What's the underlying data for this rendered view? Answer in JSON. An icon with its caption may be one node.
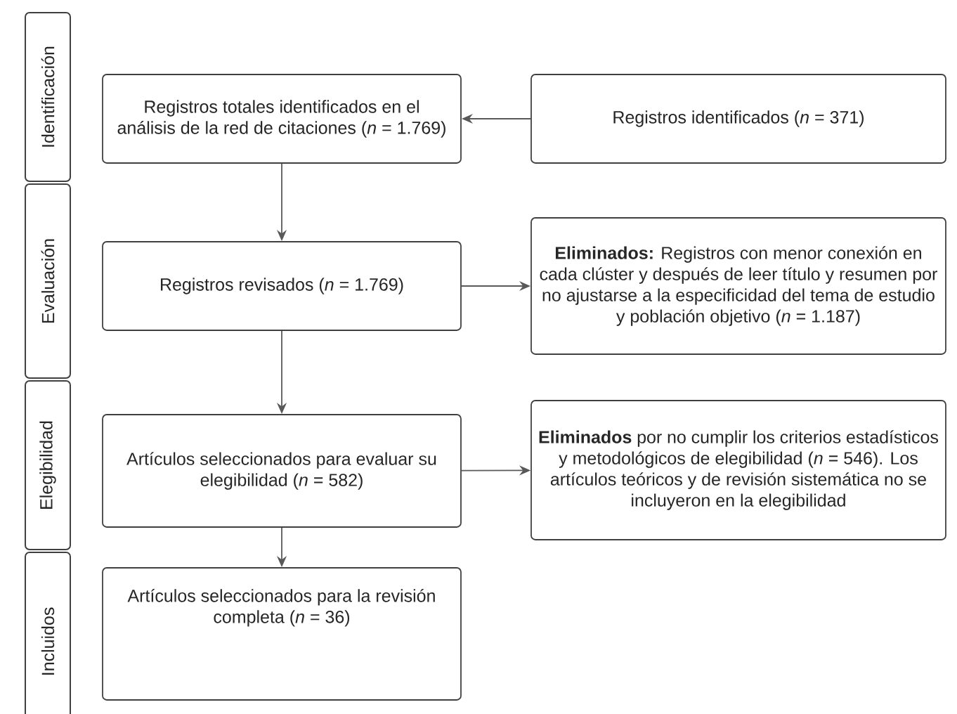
{
  "diagram": {
    "nodes": [
      {
        "text": [
          "Identificación"
        ]
      },
      {
        "text": [
          "Registros totales identificados en el análisis de la red de citaciones (*n* = 1.769)"
        ]
      },
      {
        "text": [
          "Registros identificados (*n* = 371)"
        ]
      },
      {
        "text": [
          "Evaluación"
        ]
      },
      {
        "text": [
          "Registros revisados (*n* = 1.769)"
        ]
      },
      {
        "text": [
          "**Eliminados:** Registros con menor conexión en cada clúster y después de leer título y resumen por no ajustarse a la especificidad del tema de estudio y población objetivo (*n* = 1.187)"
        ]
      },
      {
        "text": [
          "Elegibilidad"
        ]
      },
      {
        "text": [
          "Artículos seleccionados para evaluar su elegibilidad (*n* = 582)"
        ]
      },
      {
        "text": [
          "**Eliminados** por no cumplir los criterios estadísticos y metodológicos de elegibilidad (*n* = 546). Los artículos teóricos y de revisión sistemática no se incluyeron en la elegibilidad"
        ]
      },
      {
        "text": [
          "Incluidos"
        ]
      },
      {
        "text": [
          "Artículos seleccionados para la revisión completa (*n* = 36)"
        ]
      }
    ],
    "edges": [
      {
        "from": 2,
        "to": 1,
        "arrow": "to"
      },
      {
        "from": 1,
        "to": 4,
        "arrow": "to"
      },
      {
        "from": 4,
        "to": 5,
        "arrow": "to"
      },
      {
        "from": 4,
        "to": 7,
        "arrow": "to"
      },
      {
        "from": 7,
        "to": 8,
        "arrow": "to"
      },
      {
        "from": 7,
        "to": 10,
        "arrow": "to"
      }
    ]
  }
}
